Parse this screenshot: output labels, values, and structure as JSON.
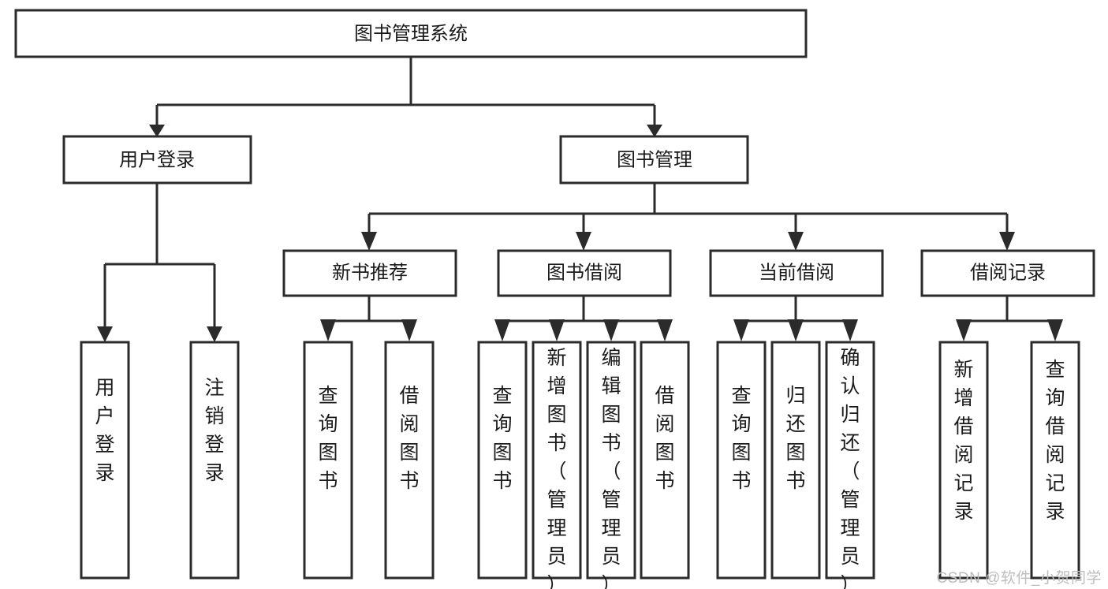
{
  "diagram": {
    "type": "tree",
    "title": "图书管理系统",
    "orientation": "top-down",
    "colors": {
      "box_stroke": "#2b2b2b",
      "box_fill": "#ffffff",
      "connector": "#2b2b2b",
      "text": "#1a1a1a",
      "background": "#ffffff",
      "watermark": "#bdbdbd"
    },
    "nodes": {
      "root": {
        "label": "图书管理系统"
      },
      "level2": [
        {
          "id": "user-login",
          "label": "用户登录"
        },
        {
          "id": "book-manage",
          "label": "图书管理"
        }
      ],
      "level3": [
        {
          "id": "new-book-recommend",
          "label": "新书推荐"
        },
        {
          "id": "book-borrow",
          "label": "图书借阅"
        },
        {
          "id": "current-borrow",
          "label": "当前借阅"
        },
        {
          "id": "borrow-record",
          "label": "借阅记录"
        }
      ],
      "leaves": {
        "user-login": [
          {
            "id": "leaf-user-login",
            "label": "用户登录"
          },
          {
            "id": "leaf-logout",
            "label": "注销登录"
          }
        ],
        "new-book-recommend": [
          {
            "id": "leaf-query-book-1",
            "label": "查询图书"
          },
          {
            "id": "leaf-borrow-book-1",
            "label": "借阅图书"
          }
        ],
        "book-borrow": [
          {
            "id": "leaf-query-book-2",
            "label": "查询图书"
          },
          {
            "id": "leaf-add-book",
            "label": "新增图书（管理员）"
          },
          {
            "id": "leaf-edit-book",
            "label": "编辑图书（管理员）"
          },
          {
            "id": "leaf-borrow-book-2",
            "label": "借阅图书"
          }
        ],
        "current-borrow": [
          {
            "id": "leaf-query-book-3",
            "label": "查询图书"
          },
          {
            "id": "leaf-return-book",
            "label": "归还图书"
          },
          {
            "id": "leaf-confirm-return",
            "label": "确认归还（管理员）"
          }
        ],
        "borrow-record": [
          {
            "id": "leaf-add-record",
            "label": "新增借阅记录"
          },
          {
            "id": "leaf-query-record",
            "label": "查询借阅记录"
          }
        ]
      }
    }
  },
  "watermark": {
    "text": "CSDN @软件_小贺同学"
  }
}
